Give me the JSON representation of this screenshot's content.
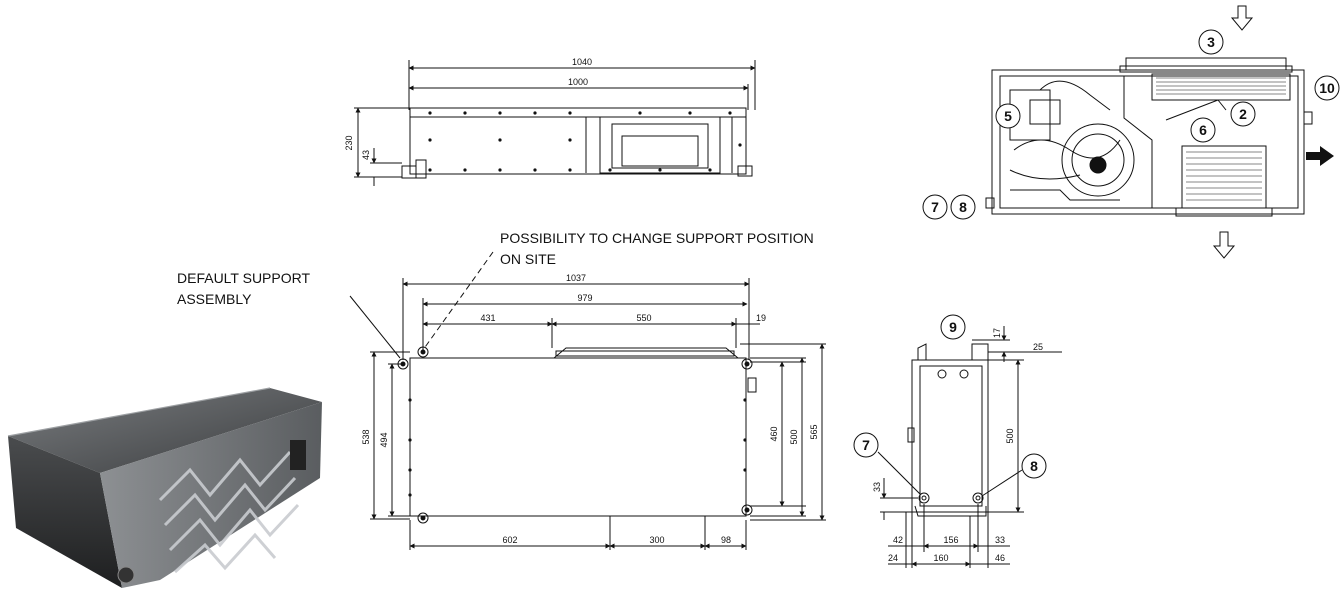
{
  "annotations": {
    "possibility_line1": "POSSIBILITY TO CHANGE SUPPORT POSITION",
    "possibility_line2": "ON SITE",
    "default_line1": "DEFAULT SUPPORT",
    "default_line2": "ASSEMBLY"
  },
  "side_view": {
    "overall_width": "1040",
    "inner_width": "1000",
    "height": "230",
    "foot_height": "43"
  },
  "top_view": {
    "total_length": "1037",
    "support_span": "979",
    "left_offset": "431",
    "duct_width": "550",
    "right_offset": "19",
    "outer_depth": "538",
    "inner_depth": "494",
    "duct_depth": "460",
    "depth_500": "500",
    "overall_depth": "565",
    "bottom_left": "602",
    "bottom_mid": "300",
    "bottom_right": "98"
  },
  "end_view": {
    "top_small": "17",
    "top_offset": "25",
    "height": "500",
    "pipe_height": "33",
    "bottom_a": "42",
    "bottom_b": "156",
    "bottom_c": "33",
    "bottom_d": "24",
    "bottom_e": "160",
    "bottom_f": "46"
  },
  "callouts": {
    "c2": "2",
    "c3": "3",
    "c5": "5",
    "c6": "6",
    "c7": "7",
    "c8": "8",
    "c9": "9",
    "c10": "10"
  }
}
